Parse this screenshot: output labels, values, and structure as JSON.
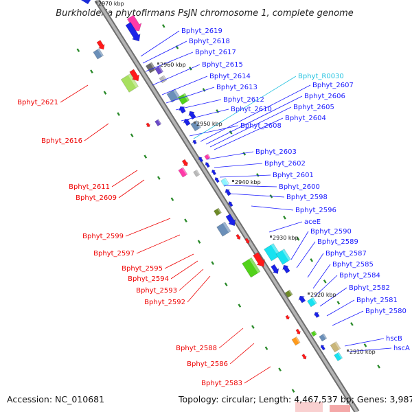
{
  "title": "Burkholderia phytofirmans PsJN chromosome 1, complete genome",
  "footer": {
    "accession": "Accession: NC_010681",
    "topology": "Topology: circular; Length: 4,467,537 bp; Genes: 3,987"
  },
  "colors": {
    "backbone": "#9a9a9a",
    "right_label": "#1a1aff",
    "left_label": "#ee0000",
    "rna_label": "#22c2e0",
    "tick_dot": "#2a8a2a"
  },
  "kbp_marks": [
    "2970 kbp",
    "2960 kbp",
    "2950 kbp",
    "2940 kbp",
    "2930 kbp",
    "2920 kbp",
    "2910 kbp"
  ],
  "labels_right": [
    "Bphyt_2619",
    "Bphyt_2618",
    "Bphyt_2617",
    "Bphyt_2615",
    "Bphyt_2614",
    "Bphyt_2613",
    "Bphyt_2612",
    "Bphyt_2610",
    "Bphyt_2608",
    "Bphyt_2603",
    "Bphyt_2602",
    "Bphyt_2601",
    "Bphyt_2600",
    "Bphyt_2598",
    "Bphyt_2596",
    "aceE",
    "Bphyt_2590",
    "Bphyt_2589",
    "Bphyt_2587",
    "Bphyt_2585",
    "Bphyt_2584",
    "Bphyt_2582",
    "Bphyt_2581",
    "Bphyt_2580",
    "hscB",
    "hscA"
  ],
  "labels_right2": [
    "Bphyt_R0030",
    "Bphyt_2607",
    "Bphyt_2606",
    "Bphyt_2605",
    "Bphyt_2604"
  ],
  "labels_left": [
    "Bphyt_2621",
    "Bphyt_2616",
    "Bphyt_2611",
    "Bphyt_2609",
    "Bphyt_2599",
    "Bphyt_2597",
    "Bphyt_2595",
    "Bphyt_2594",
    "Bphyt_2593",
    "Bphyt_2592",
    "Bphyt_2588",
    "Bphyt_2586",
    "Bphyt_2583"
  ]
}
